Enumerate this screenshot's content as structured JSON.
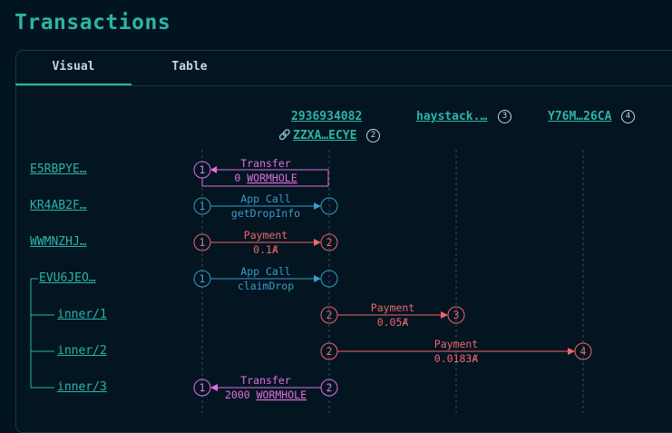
{
  "page": {
    "title": "Transactions"
  },
  "tabs": [
    {
      "label": "Visual",
      "active": true
    },
    {
      "label": "Table",
      "active": false
    }
  ],
  "accounts": [
    {
      "label": "2936934082",
      "sub_label": "ZZXA…ECYE",
      "badge": "2"
    },
    {
      "label": "haystack.…",
      "badge": "3"
    },
    {
      "label": "Y76M…26CA",
      "badge": "4"
    }
  ],
  "rows": [
    {
      "label": "E5RBPYE…"
    },
    {
      "label": "KR4AB2F…"
    },
    {
      "label": "WWMNZHJ…"
    },
    {
      "label": "EVU6JEO…"
    },
    {
      "label": "inner/1"
    },
    {
      "label": "inner/2"
    },
    {
      "label": "inner/3"
    }
  ],
  "transactions": [
    {
      "type": "Transfer",
      "line1": "Transfer",
      "amount": "0",
      "asset": "WORMHOLE",
      "from": "1",
      "to": "1"
    },
    {
      "type": "App Call",
      "line1": "App Call",
      "line2": "getDropInfo",
      "from": "1",
      "to": ""
    },
    {
      "type": "Payment",
      "line1": "Payment",
      "line2": "0.1",
      "unit": "Ⱥ",
      "from": "1",
      "to": "2"
    },
    {
      "type": "App Call",
      "line1": "App Call",
      "line2": "claimDrop",
      "from": "1",
      "to": ""
    },
    {
      "type": "Payment",
      "line1": "Payment",
      "line2": "0.05",
      "unit": "Ⱥ",
      "from": "2",
      "to": "3"
    },
    {
      "type": "Payment",
      "line1": "Payment",
      "line2": "0.0183",
      "unit": "Ⱥ",
      "from": "2",
      "to": "4"
    },
    {
      "type": "Transfer",
      "line1": "Transfer",
      "amount": "2000",
      "asset": "WORMHOLE",
      "from": "2",
      "to": "1"
    }
  ],
  "colors": {
    "teal": "#2bb5a8",
    "appcall": "#3a9cc8",
    "payment": "#f0646a",
    "transfer": "#e36ee0",
    "grid": "#3a4a55"
  }
}
